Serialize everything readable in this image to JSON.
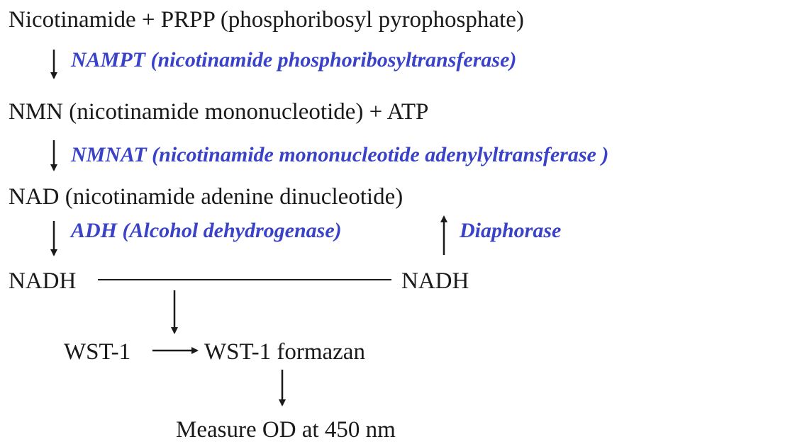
{
  "colors": {
    "text": "#1a1a1a",
    "enzyme": "#3a43c8",
    "arrow": "#1a1a1a"
  },
  "steps": {
    "substrate": "Nicotinamide + PRPP (phosphoribosyl pyrophosphate)",
    "nmn": "NMN (nicotinamide mononucleotide) + ATP",
    "nad": "NAD (nicotinamide adenine dinucleotide)",
    "nadh_left": "NADH",
    "nadh_right": "NADH",
    "wst1": "WST-1",
    "formazan": "WST-1 formazan",
    "measure": "Measure OD at 450 nm"
  },
  "enzymes": {
    "nampt": "NAMPT (nicotinamide phosphoribosyltransferase)",
    "nmnat": "NMNAT (nicotinamide mononucleotide adenylyltransferase )",
    "adh": "ADH (Alcohol dehydrogenase)",
    "diaphorase": "Diaphorase"
  }
}
